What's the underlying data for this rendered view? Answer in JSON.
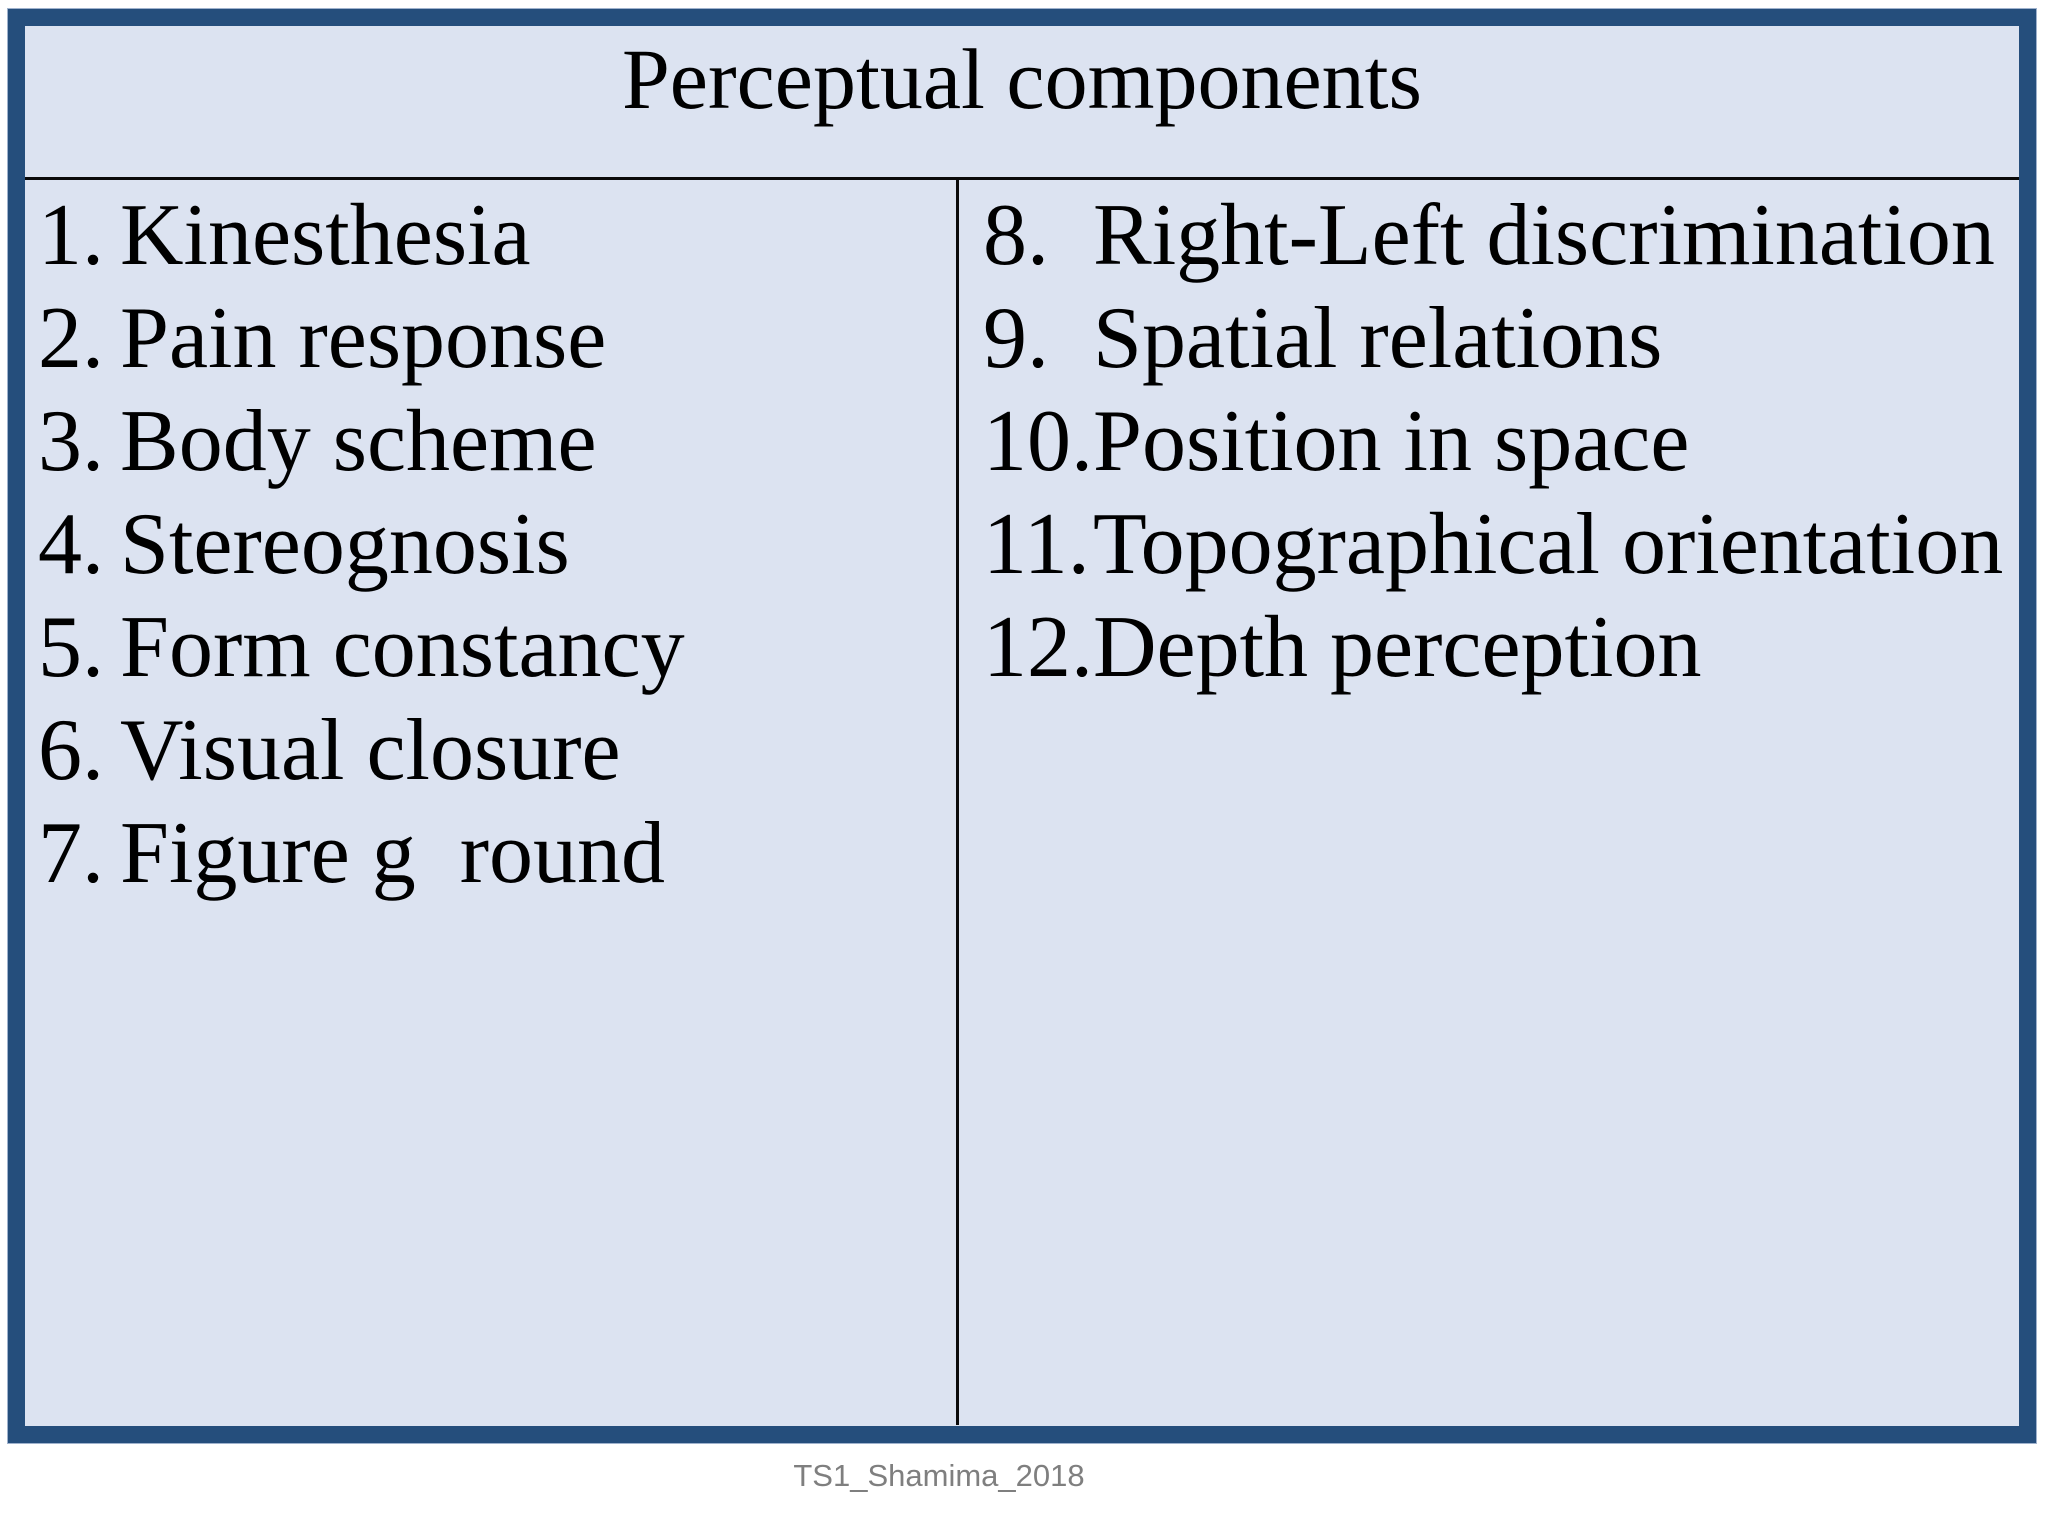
{
  "slide": {
    "title": "Perceptual components",
    "footer": "TS1_Shamima_2018",
    "colors": {
      "border_blue": "#254e7c",
      "slide_background": "#dce3f1",
      "line_black": "#0a0a0a",
      "text_black": "#000000",
      "footer_gray": "#7f7f7f",
      "page_background": "#ffffff"
    },
    "lists": {
      "left": [
        {
          "num": "1.",
          "text": "Kinesthesia"
        },
        {
          "num": "2.",
          "text": "Pain response"
        },
        {
          "num": "3.",
          "text": "Body scheme"
        },
        {
          "num": "4.",
          "text": "Stereognosis"
        },
        {
          "num": "5.",
          "text": "Form constancy"
        },
        {
          "num": "6.",
          "text": "Visual closure"
        },
        {
          "num": "7.",
          "text": "Figure g  round"
        }
      ],
      "right": [
        {
          "num": "8.",
          "text": "Right-Left discrimination"
        },
        {
          "num": "9.",
          "text": "Spatial relations"
        },
        {
          "num": "10.",
          "text": "Position in space"
        },
        {
          "num": "11.",
          "text": "Topographical orientation"
        },
        {
          "num": "12.",
          "text": "Depth perception"
        }
      ]
    }
  }
}
